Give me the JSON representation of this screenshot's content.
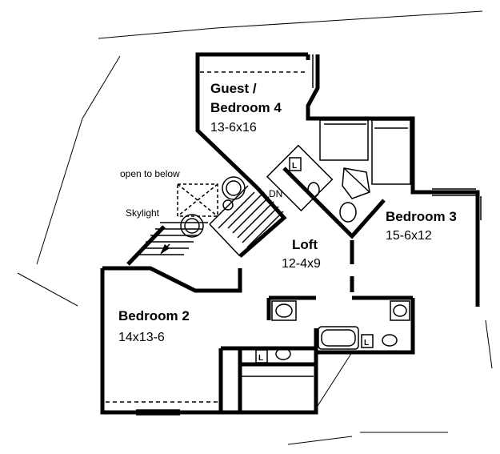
{
  "labels": {
    "guest_name_1": "Guest /",
    "guest_name_2": "Bedroom 4",
    "guest_dim": "13-6x16",
    "bedroom3_name": "Bedroom 3",
    "bedroom3_dim": "15-6x12",
    "loft_name": "Loft",
    "loft_dim": "12-4x9",
    "bedroom2_name": "Bedroom 2",
    "bedroom2_dim": "14x13-6",
    "open_to_below": "open to below",
    "skylight": "Skylight",
    "stair_dn": "DN",
    "linen_a": "L",
    "linen_b": "L",
    "linen_c": "L"
  }
}
